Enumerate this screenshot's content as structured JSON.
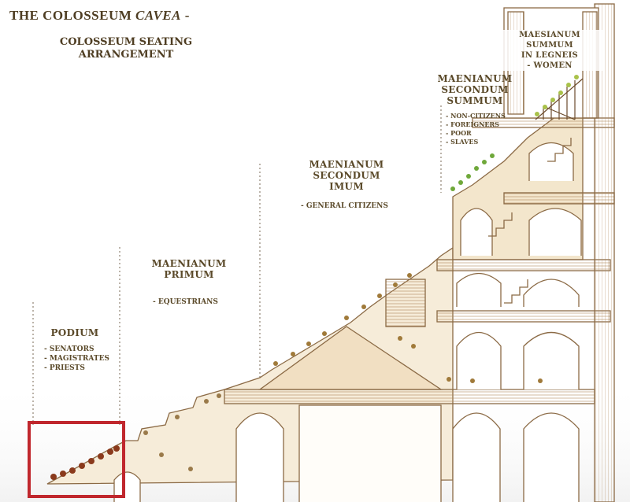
{
  "title": {
    "main": "THE COLOSSEUM",
    "italic": "CAVEA",
    "dash": "-"
  },
  "subtitle": [
    "COLOSSEUM SEATING",
    "ARRANGEMENT"
  ],
  "sections": {
    "podium": {
      "name": [
        "PODIUM"
      ],
      "groups": [
        "- SENATORS",
        "- MAGISTRATES",
        "- PRIESTS"
      ]
    },
    "maenianum_primum": {
      "name": [
        "MAENIANUM",
        "PRIMUM"
      ],
      "groups": [
        "- EQUESTRIANS"
      ]
    },
    "secondum_imum": {
      "name": [
        "MAENIANUM",
        "SECONDUM",
        "IMUM"
      ],
      "groups": [
        "- GENERAL CITIZENS"
      ]
    },
    "secondum_summum": {
      "name": [
        "MAENIANUM",
        "SECONDUM",
        "SUMMUM"
      ],
      "groups": [
        "- NON-CITIZENS",
        "- FOREIGNERS",
        "- POOR",
        "- SLAVES"
      ]
    },
    "in_legneis": {
      "name": [
        "MAESIANUM SUMMUM",
        "IN LEGNEIS"
      ],
      "groups": [
        "- WOMEN"
      ]
    }
  },
  "colors": {
    "text": "#5b4a2a",
    "structure": "#8b6a45",
    "fill": "#efe1c8",
    "podium_figures": "#8a3a1c",
    "primum_figures": "#9a7a4a",
    "summum_figures": "#6fa83a",
    "women_figures": "#a9c24a",
    "highlight": "#c0272d"
  }
}
